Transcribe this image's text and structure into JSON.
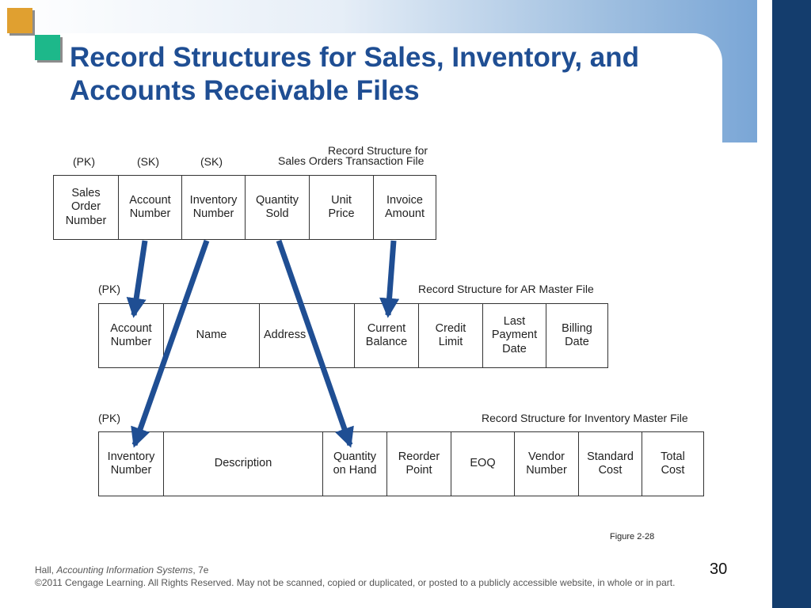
{
  "title": "Record Structures for Sales, Inventory, and Accounts Receivable Files",
  "sales": {
    "caption_line1": "Record Structure for",
    "caption_line2": "Sales Orders Transaction File",
    "keys": [
      "(PK)",
      "(SK)",
      "(SK)"
    ],
    "fields": [
      "Sales\nOrder\nNumber",
      "Account\nNumber",
      "Inventory\nNumber",
      "Quantity\nSold",
      "Unit\nPrice",
      "Invoice\nAmount"
    ]
  },
  "ar": {
    "key": "(PK)",
    "caption": "Record Structure for AR Master File",
    "fields": [
      "Account\nNumber",
      "Name",
      "Address",
      "Current\nBalance",
      "Credit\nLimit",
      "Last\nPayment\nDate",
      "Billing\nDate"
    ]
  },
  "inventory": {
    "key": "(PK)",
    "caption": "Record Structure for Inventory Master File",
    "fields": [
      "Inventory\nNumber",
      "Description",
      "Quantity\non Hand",
      "Reorder\nPoint",
      "EOQ",
      "Vendor\nNumber",
      "Standard\nCost",
      "Total\nCost"
    ]
  },
  "colors": {
    "title": "#1f4e93",
    "arrow": "#1f4e93",
    "right_bar": "#143d6d"
  },
  "figure_label": "Figure 2-28",
  "page_number": "30",
  "footer": {
    "author": "Hall, ",
    "book": "Accounting Information Systems",
    "edition": ", 7e",
    "copyright": "©2011 Cengage Learning. All Rights Reserved. May not be scanned, copied or duplicated, or posted to a publicly accessible website, in whole or in part."
  }
}
